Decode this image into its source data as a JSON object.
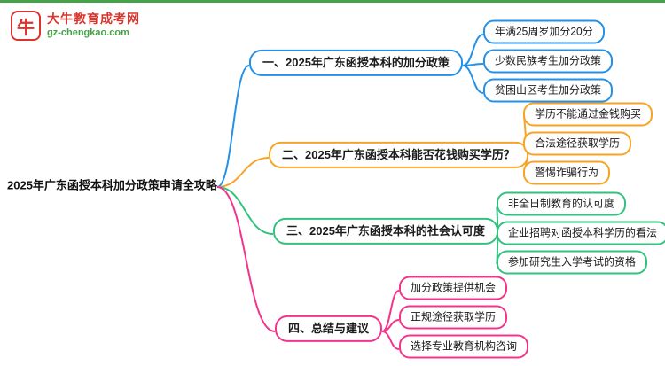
{
  "site": {
    "brand": "大牛教育成考网",
    "domain": "gz-chengkao.com",
    "logo_glyph": "牛"
  },
  "root": {
    "label": "2025年广东函授本科加分政策申请全攻略"
  },
  "branches": [
    {
      "label": "一、2025年广东函授本科的加分政策",
      "color": "#2490E8",
      "children": [
        "年满25周岁加分20分",
        "少数民族考生加分政策",
        "贫困山区考生加分政策"
      ]
    },
    {
      "label": "二、2025年广东函授本科能否花钱购买学历？",
      "color": "#F7A325",
      "children": [
        "学历不能通过金钱购买",
        "合法途径获取学历",
        "警惕诈骗行为"
      ]
    },
    {
      "label": "三、2025年广东函授本科的社会认可度",
      "color": "#31C27D",
      "children": [
        "非全日制教育的认可度",
        "企业招聘对函授本科学历的看法",
        "参加研究生入学考试的资格"
      ]
    },
    {
      "label": "四、总结与建议",
      "color": "#F4348C",
      "children": [
        "加分政策提供机会",
        "正规途径获取学历",
        "选择专业教育机构咨询"
      ]
    }
  ],
  "colors": {
    "brand_red": "#D9352C",
    "site_green": "#44A248",
    "top_bar": "#44A248",
    "text": "#1A1A1A"
  }
}
